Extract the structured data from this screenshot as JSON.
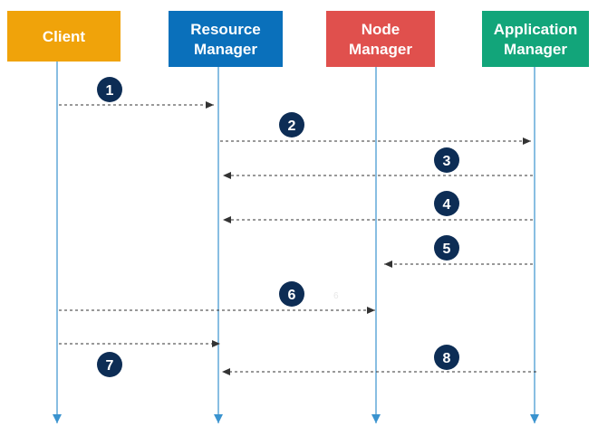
{
  "actors": [
    {
      "id": "client",
      "lines": [
        "Client"
      ],
      "color": "#f0a30a"
    },
    {
      "id": "resource-manager",
      "lines": [
        "Resource",
        "Manager"
      ],
      "color": "#0a70bb"
    },
    {
      "id": "node-manager",
      "lines": [
        "Node",
        "Manager"
      ],
      "color": "#e0504d"
    },
    {
      "id": "application-manager",
      "lines": [
        "Application",
        "Manager"
      ],
      "color": "#12a57a"
    }
  ],
  "lifeline_color": "#3a93cf",
  "arrow_color": "#333333",
  "badge_color": "#0d2d55",
  "messages": [
    {
      "label": "1",
      "from": "client",
      "to": "resource-manager"
    },
    {
      "label": "2",
      "from": "resource-manager",
      "to": "application-manager"
    },
    {
      "label": "3",
      "from": "application-manager",
      "to": "resource-manager"
    },
    {
      "label": "4",
      "from": "application-manager",
      "to": "resource-manager"
    },
    {
      "label": "5",
      "from": "application-manager",
      "to": "node-manager"
    },
    {
      "label": "6",
      "from": "client",
      "to": "node-manager"
    },
    {
      "label": "7",
      "from": "client",
      "to": "resource-manager"
    },
    {
      "label": "8",
      "from": "application-manager",
      "to": "resource-manager"
    }
  ],
  "faint_mark": "6"
}
